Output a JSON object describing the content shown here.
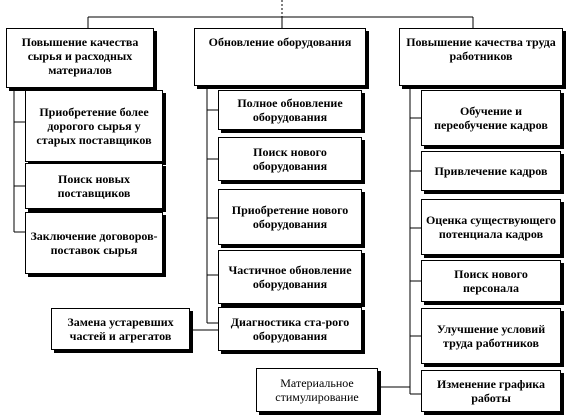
{
  "columns": [
    {
      "title": "Повышение качества сырья и расходных материалов",
      "items": [
        "Приобретение более дорогого сырья у старых поставщиков",
        "Поиск новых поставщиков",
        "Заключение договоров-поставок сырья"
      ]
    },
    {
      "title": "Обновление оборудования",
      "items": [
        "Полное обновление оборудования",
        "Поиск нового оборудования",
        "Приобретение нового оборудования",
        "Частичное обновление оборудования",
        "Диагностика ста-рого оборудования"
      ]
    },
    {
      "title": "Повышение качества труда работников",
      "items": [
        "Обучение и переобучение кадров",
        "Привлечение кадров",
        "Оценка существующего потенциала кадров",
        "Поиск нового персонала",
        "Улучшение условий труда работников",
        "Изменение графика работы"
      ]
    }
  ],
  "side_boxes": {
    "parts_replacement": "Замена устаревших частей и агрегатов",
    "material_incentives": "Материальное стимулирование"
  }
}
